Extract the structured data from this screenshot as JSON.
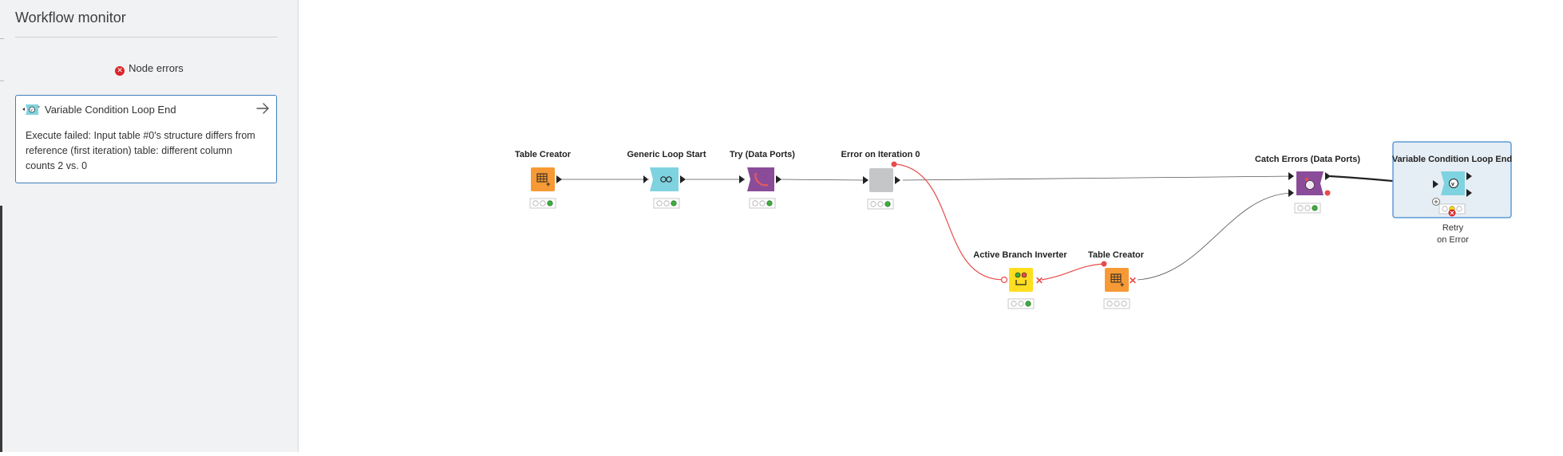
{
  "workflow_monitor": {
    "title": "Workflow monitor",
    "node_errors_label": "Node errors",
    "error_items": [
      {
        "node_name": "Variable Condition Loop End",
        "message": "Execute failed: Input table #0's structure differs from reference (first iteration) table: different column counts 2 vs. 0",
        "icon": "loop-end-node-icon",
        "action_icon": "arrow-right-icon"
      }
    ]
  },
  "canvas": {
    "nodes": [
      {
        "id": "table-creator-1",
        "label": "Table Creator",
        "color": "#f79a35",
        "icon": "table-grid-icon"
      },
      {
        "id": "generic-loop-start",
        "label": "Generic Loop Start",
        "color": "#7fd3e0",
        "icon": "loop-icon"
      },
      {
        "id": "try-data-ports",
        "label": "Try (Data Ports)",
        "color": "#8a4c99",
        "icon": "try-icon"
      },
      {
        "id": "error-on-iteration",
        "label": "Error on Iteration 0",
        "color": "#c4c6c8",
        "icon": "blank-icon"
      },
      {
        "id": "active-branch-inverter",
        "label": "Active Branch Inverter",
        "color": "#ffde21",
        "icon": "inverter-icon"
      },
      {
        "id": "table-creator-2",
        "label": "Table Creator",
        "color": "#f79a35",
        "icon": "table-grid-icon"
      },
      {
        "id": "catch-errors",
        "label": "Catch Errors (Data Ports)",
        "color": "#8a4c99",
        "icon": "catch-icon"
      },
      {
        "id": "variable-condition-loop-end",
        "label": "Variable Condition Loop End",
        "color": "#7fd3e0",
        "icon": "loop-end-icon"
      }
    ],
    "annotation": {
      "line1": "Retry",
      "line2": "on Error"
    },
    "colors": {
      "error_line": "#e84b4b",
      "connection": "#555555",
      "selection": "#5b9bd5",
      "status_ok": "#3fae3f"
    }
  }
}
